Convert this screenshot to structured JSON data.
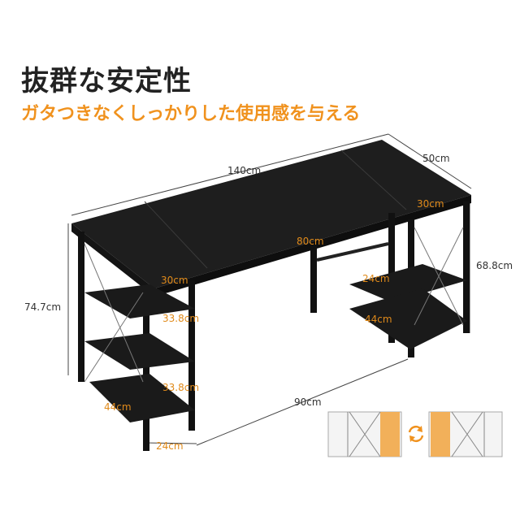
{
  "heading": {
    "title": "抜群な安定性",
    "subtitle": "ガタつきなくしっかりした使用感を与える"
  },
  "dimensions": {
    "width": "140cm",
    "depth": "50cm",
    "side_depth": "30cm",
    "middle_width": "80cm",
    "left_shelf_depth": "30cm",
    "height": "74.7cm",
    "shelf_height": "68.8cm",
    "shelf_gap_top": "33.8cm",
    "shelf_gap_bottom": "33.8cm",
    "right_shelf_width": "24cm",
    "right_shelf_depth": "44cm",
    "left_shelf_width_bottom": "44cm",
    "bottom_depth": "24cm",
    "bottom_width": "90cm"
  },
  "colors": {
    "accent": "#f0921e",
    "desk": "#1e1e1e",
    "frame": "#111111",
    "panel": "#f2b05a"
  },
  "icons": {
    "swap": "reversible-arrows-icon"
  }
}
